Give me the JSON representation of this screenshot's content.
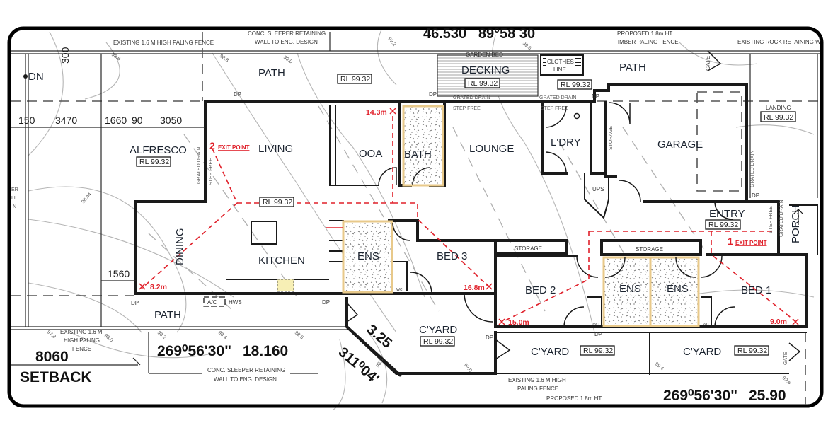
{
  "bearings": {
    "top": "46.530   89°58 30",
    "bottom_left_angle": "269⁰56'30\"",
    "bottom_left_len": "18.160",
    "bottom_right_angle": "269⁰56'30\"",
    "bottom_right_len": "25.90",
    "diag_len": "3.25",
    "diag_angle": "311⁰04'"
  },
  "setback": {
    "value": "8060",
    "label": "SETBACK"
  },
  "dimensions": {
    "d300": "300",
    "d150": "150",
    "d3470": "3470",
    "d1660": "1660",
    "d90": "90",
    "d3050": "3050",
    "d1560": "1560"
  },
  "notes": {
    "fence_top_left": "EXISTING 1.6 M HIGH PALING FENCE",
    "retaining_top_1": "CONC. SLEEPER RETAINING",
    "retaining_top_2": "WALL TO ENG. DESIGN",
    "proposed_fence_1": "PROPOSED 1.8m HT.",
    "proposed_fence_2": "TIMBER PALING FENCE",
    "rock_wall": "EXISTING ROCK RETAINING W",
    "garden_bed": "GARDEN BED",
    "clothes_1": "CLOTHES",
    "clothes_2": "LINE",
    "grated_drain": "GRATED DRAIN",
    "step_free": "STEP FREE",
    "dn": "DN",
    "dp": "DP",
    "gate": "GATE",
    "ac": "A/C",
    "hws": "HWS",
    "ups": "UPS",
    "wc": "wc",
    "fence_bl_1": "EXISTING 1.6 M",
    "fence_bl_2": "HIGH PALING",
    "fence_bl_3": "FENCE",
    "retaining_bot_1": "CONC. SLEEPER RETAINING",
    "retaining_bot_2": "WALL TO ENG. DESIGN",
    "fence_bm_1": "EXISTING 1.6 M HIGH",
    "fence_bm_2": "PALING FENCE",
    "proposed_bot": "PROPOSED 1.8m HT.",
    "left_edge_1": "ER",
    "left_edge_2": "LL",
    "left_edge_3": "N"
  },
  "rooms": {
    "path_top": "PATH",
    "decking": "DECKING",
    "path_right": "PATH",
    "alfresco": "ALFRESCO",
    "living": "LIVING",
    "ooa": "OOA",
    "bath": "BATH",
    "lounge": "LOUNGE",
    "ldry": "L'DRY",
    "storage_v": "STORAGE",
    "garage": "GARAGE",
    "landing": "LANDING",
    "entry": "ENTRY",
    "porch": "PORCH",
    "dining": "DINING",
    "kitchen": "KITCHEN",
    "ens_1": "ENS",
    "bed3": "BED 3",
    "storage_1": "STORAGE",
    "storage_2": "STORAGE",
    "bed2": "BED 2",
    "ens_2": "ENS",
    "ens_3": "ENS",
    "bed1": "BED 1",
    "path_bottom": "PATH",
    "cyard_1": "C'YARD",
    "cyard_2": "C'YARD",
    "cyard_3": "C'YARD"
  },
  "levels": {
    "rl": "RL 99.32"
  },
  "contours": [
    "98.6",
    "98.8",
    "99.0",
    "99.2",
    "99.6",
    "98.44",
    "97.8",
    "98.0",
    "98.2",
    "98.4",
    "98.6",
    "99.4",
    "99.6",
    "99.0",
    "98.8"
  ],
  "exits": {
    "exit1_num": "1",
    "exit1_label": "EXIT POINT",
    "exit2_num": "2",
    "exit2_label": "EXIT POINT",
    "distances": {
      "d14_3": "14.3m",
      "d8_2": "8.2m",
      "d16_8": "16.8m",
      "d15_0": "15.0m",
      "d9_0": "9.0m"
    }
  }
}
